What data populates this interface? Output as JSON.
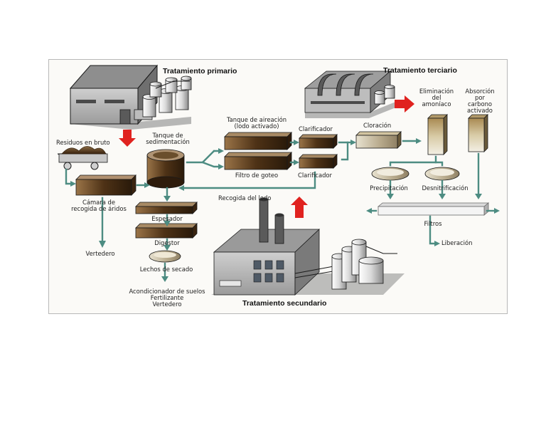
{
  "titles": {
    "primary": "Tratamiento primario",
    "tertiary": "Tratamiento terciario",
    "secondary": "Tratamiento secundario"
  },
  "labels": {
    "raw_waste": "Residuos en bruto",
    "sedimentation_tank": "Tanque de\nsedimentación",
    "grit_chamber": "Cámara de\nrecogida de áridos",
    "landfill": "Vertedero",
    "thickener": "Espesador",
    "digester": "Digestor",
    "drying_beds": "Lechos de secado",
    "soil_outputs": "Acondicionador de suelos\nFertilizante\nVertedero",
    "aeration_tank": "Tanque de aireación\n(lodo activado)",
    "trickling_filter": "Filtro de goteo",
    "clarifier_top": "Clarificador",
    "clarifier_bottom": "Clarificador",
    "sludge_collection": "Recogida del lodo",
    "chlorination": "Cloración",
    "ammonia_removal": "Eliminación\ndel\namoníaco",
    "carbon_absorption": "Absorción\npor carbono\nactivado",
    "precipitation": "Precipitación",
    "denitrification": "Desnitrificación",
    "filters": "Filtros",
    "release": "Liberación"
  },
  "colors": {
    "flow_arrow": "#4d8c82",
    "highlight_arrow": "#e0221f",
    "outline": "#1a1a1a",
    "sludge": "#6b4a24",
    "building_roof": "#8e8e8e"
  }
}
